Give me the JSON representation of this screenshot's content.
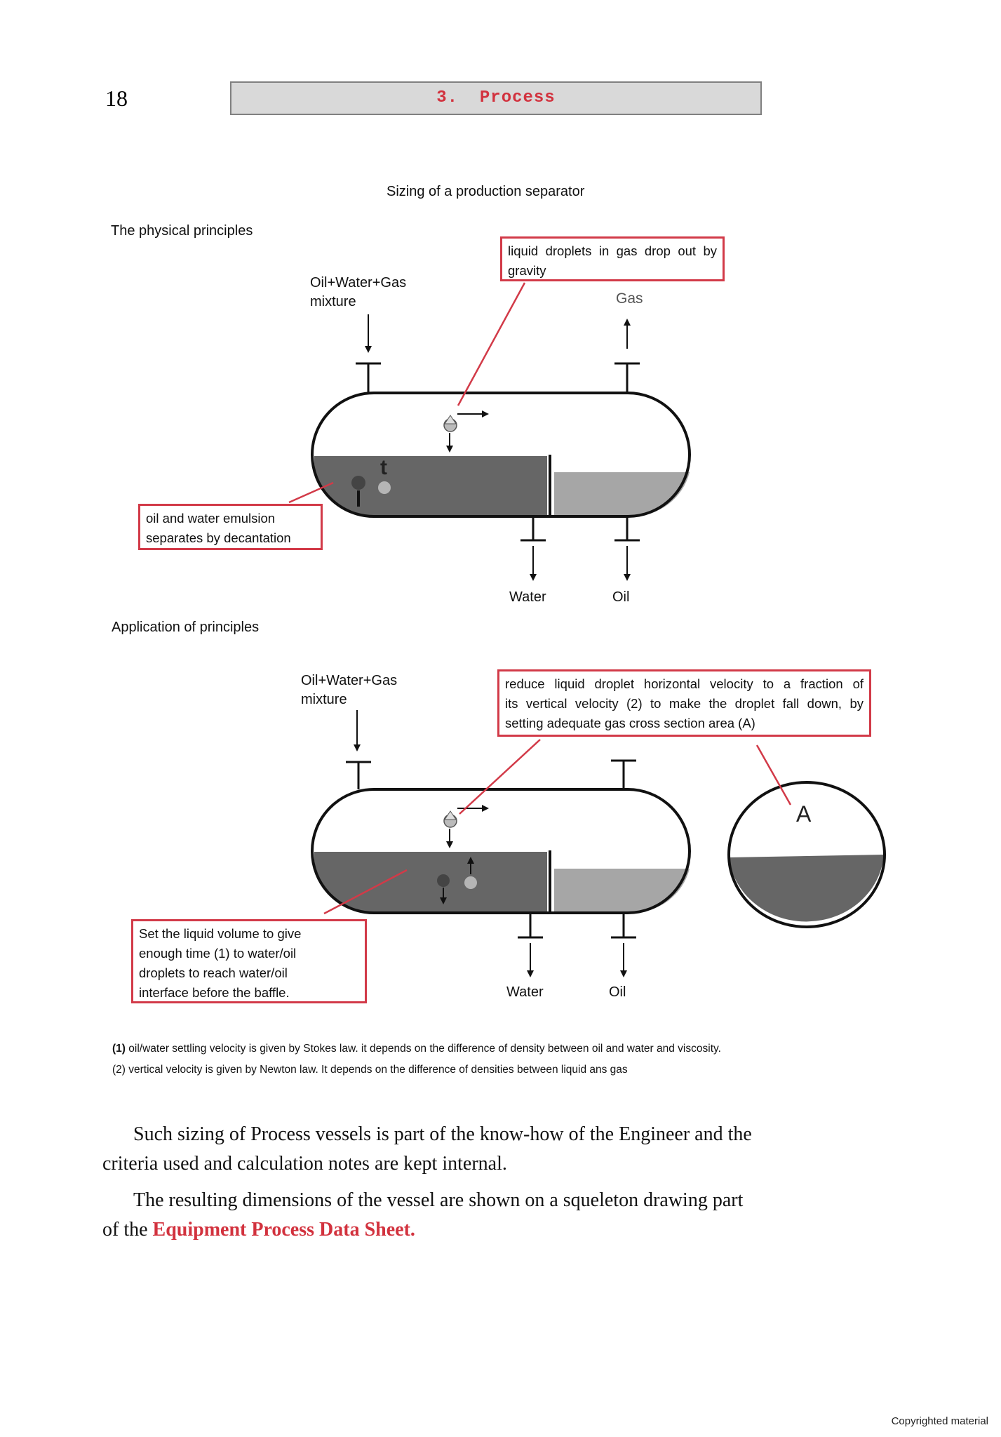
{
  "header": {
    "page_number": "18",
    "chapter_title": "3.  Process"
  },
  "figure": {
    "title": "Sizing of a production separator",
    "section1": {
      "heading": "The physical principles",
      "inlet_label_line1": "Oil+Water+Gas",
      "inlet_label_line2": "mixture",
      "gas_label": "Gas",
      "water_label": "Water",
      "oil_label": "Oil",
      "droplet_symbol_t": "t",
      "callout_gravity_line1": "liquid droplets in gas drop out by",
      "callout_gravity_line2": "gravity",
      "callout_emulsion_line1": "oil and water emulsion",
      "callout_emulsion_line2": "separates by decantation"
    },
    "section2": {
      "heading": "Application of principles",
      "inlet_label_line1": "Oil+Water+Gas",
      "inlet_label_line2": "mixture",
      "water_label": "Water",
      "oil_label": "Oil",
      "cross_section_label": "A",
      "callout_velocity_line1": "reduce liquid droplet horizontal velocity to a fraction of",
      "callout_velocity_line2": "its vertical velocity (2) to make the droplet fall down, by",
      "callout_velocity_line3": "setting adequate gas cross section area (A)",
      "callout_volume_line1": "Set the liquid volume to give",
      "callout_volume_line2": "enough time (1) to water/oil",
      "callout_volume_line3": "droplets to reach water/oil",
      "callout_volume_line4": "interface before the baffle."
    },
    "colors": {
      "callout_border": "#d23a48",
      "water_phase": "#666666",
      "oil_phase": "#a6a6a6",
      "leader_line": "#d23a48"
    }
  },
  "footnotes": {
    "note1_marker": "(1)",
    "note1_text": " oil/water settling velocity is given by Stokes law. it depends on the difference of density between oil and water and viscosity.",
    "note2_text": "(2) vertical velocity is given by Newton law. It depends on the difference of densities between liquid ans gas"
  },
  "body": {
    "para1_line1": "Such sizing of Process vessels is part of the know-how of the Engineer and the",
    "para1_line2": "criteria used and calculation notes are kept internal.",
    "para2_line1": "The resulting dimensions of the vessel are shown on a squeleton drawing part",
    "para2_line2_prefix": "of the ",
    "para2_line2_emphasis": "Equipment Process Data Sheet."
  },
  "footer": {
    "copyright": "Copyrighted material"
  }
}
